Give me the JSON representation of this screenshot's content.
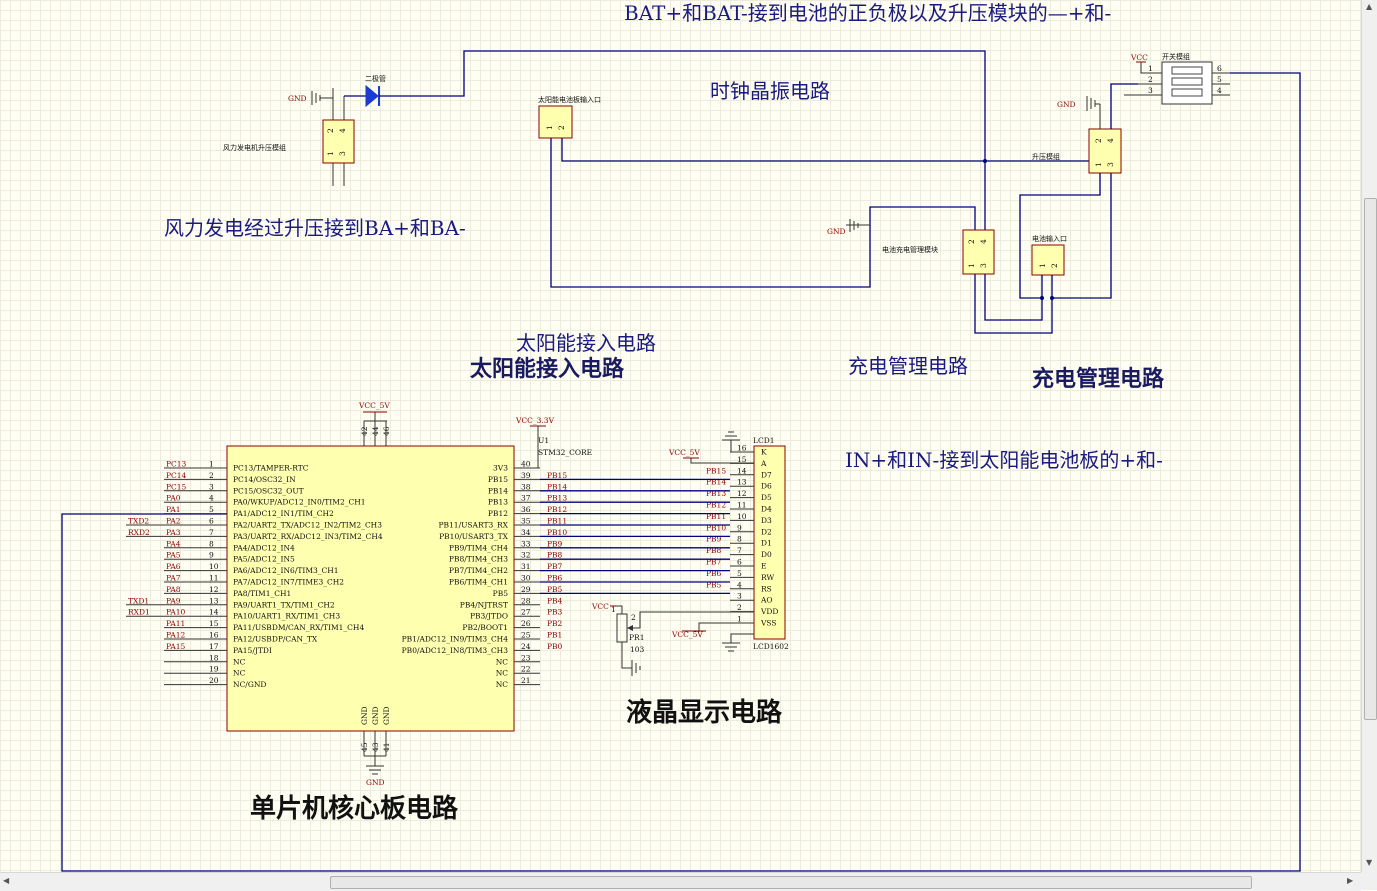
{
  "annotations": {
    "bat_note": "BAT+和BAT-接到电池的正负极以及升压模块的—+和-",
    "clock": "时钟晶振电路",
    "wind": "风力发电经过升压接到BA+和BA-",
    "solar_a": "太阳能接入电路",
    "solar_b": "太阳能接入电路",
    "charge_a": "充电管理电路",
    "charge_b": "充电管理电路",
    "in_note": "IN+和IN-接到太阳能电池板的+和-",
    "lcd_title": "液晶显示电路",
    "mcu_title": "单片机核心板电路"
  },
  "labels": {
    "gnd": "GND",
    "vcc": "VCC",
    "vcc5": "VCC_5V",
    "vcc33": "VCC_3.3V",
    "diode": "二极管",
    "wind_mod": "风力发电机升压模组",
    "solar_in": "太阳能电池板输入口",
    "charge_mod": "电池充电管理模块",
    "boost": "升压模组",
    "batt_in": "电池输入口",
    "switch_mod": "开关模组",
    "u1": "U1",
    "core": "STM32_CORE",
    "lcd1": "LCD1",
    "lcd1602": "LCD1602",
    "pr1": "PR1",
    "pr_val": "103"
  },
  "connector_pins": {
    "a": "2",
    "b": "4",
    "c": "1",
    "d": "3",
    "p1": "1",
    "p2": "2"
  },
  "switch_pins": {
    "l": [
      "1",
      "2",
      "3"
    ],
    "r": [
      "6",
      "5",
      "4"
    ]
  },
  "mcu": {
    "left_nets": [
      "PC13",
      "PC14",
      "PC15",
      "PA0",
      "PA1",
      "PA2",
      "PA3",
      "PA4",
      "PA5",
      "PA6",
      "PA7",
      "PA8",
      "PA9",
      "PA10",
      "PA11",
      "PA12",
      "PA15",
      "",
      "",
      ""
    ],
    "left_nums": [
      "1",
      "2",
      "3",
      "4",
      "5",
      "6",
      "7",
      "8",
      "9",
      "10",
      "11",
      "12",
      "13",
      "14",
      "15",
      "16",
      "17",
      "18",
      "19",
      "20"
    ],
    "left_pins": [
      "PC13/TAMPER-RTC",
      "PC14/OSC32_IN",
      "PC15/OSC32_OUT",
      "PA0/WKUP/ADC12_IN0/TIM2_CH1",
      "PA1/ADC12_IN1/TIM_CH2",
      "PA2/UART2_TX/ADC12_IN2/TIM2_CH3",
      "PA3/UART2_RX/ADC12_IN3/TIM2_CH4",
      "PA4/ADC12_IN4",
      "PA5/ADC12_IN5",
      "PA6/ADC12_IN6/TIM3_CH1",
      "PA7/ADC12_IN7/TIME3_CH2",
      "PA8/TIM1_CH1",
      "PA9/UART1_TX/TIM1_CH2",
      "PA10/UART1_RX/TIM1_CH3",
      "PA11/USBDM/CAN_RX/TIM1_CH4",
      "PA12/USBDP/CAN_TX",
      "PA15/JTDI",
      "NC",
      "NC",
      "NC/GND"
    ],
    "ext_left": [
      "",
      "",
      "",
      "",
      "",
      "TXD2",
      "RXD2",
      "",
      "",
      "",
      "",
      "",
      "TXD1",
      "RXD1",
      "",
      "",
      "",
      "",
      "",
      ""
    ],
    "right_nums": [
      "40",
      "39",
      "38",
      "37",
      "36",
      "35",
      "34",
      "33",
      "32",
      "31",
      "30",
      "29",
      "28",
      "27",
      "26",
      "25",
      "24",
      "23",
      "22",
      "21"
    ],
    "right_pins": [
      "3V3",
      "PB15",
      "PB14",
      "PB13",
      "PB12",
      "PB11/USART3_RX",
      "PB10/USART3_TX",
      "PB9/TIM4_CH4",
      "PB8/TIM4_CH3",
      "PB7/TIM4_CH2",
      "PB6/TIM4_CH1",
      "PB5",
      "PB4/NJTRST",
      "PB3/JTDO",
      "PB2/BOOT1",
      "PB1/ADC12_IN9/TIM3_CH4",
      "PB0/ADC12_IN8/TIM3_CH3",
      "NC",
      "NC",
      "NC"
    ],
    "right_nets": [
      "",
      "PB15",
      "PB14",
      "PB13",
      "PB12",
      "PB11",
      "PB10",
      "PB9",
      "PB8",
      "PB7",
      "PB6",
      "PB5",
      "PB4",
      "PB3",
      "PB2",
      "PB1",
      "PB0",
      "",
      "",
      ""
    ],
    "top_nums": [
      "42",
      "44",
      "46"
    ],
    "top_pins": [
      "VCC_5V",
      "VCC_5V",
      "VCC_5V"
    ],
    "bot_nums": [
      "45",
      "43",
      "41"
    ],
    "bot_pins": [
      "GND",
      "GND",
      "GND"
    ]
  },
  "lcd": {
    "nets": [
      "",
      "",
      "PB15",
      "PB14",
      "PB13",
      "PB12",
      "PB11",
      "PB10",
      "PB9",
      "PB8",
      "PB7",
      "PB6",
      "PB5",
      "",
      "",
      "",
      ""
    ],
    "nums": [
      "16",
      "15",
      "14",
      "13",
      "12",
      "11",
      "10",
      "9",
      "8",
      "7",
      "6",
      "5",
      "4",
      "3",
      "2",
      "1"
    ],
    "pins": [
      "K",
      "A",
      "D7",
      "D6",
      "D5",
      "D4",
      "D3",
      "D2",
      "D1",
      "D0",
      "E",
      "RW",
      "RS",
      "AO",
      "VDD",
      "VSS"
    ]
  }
}
